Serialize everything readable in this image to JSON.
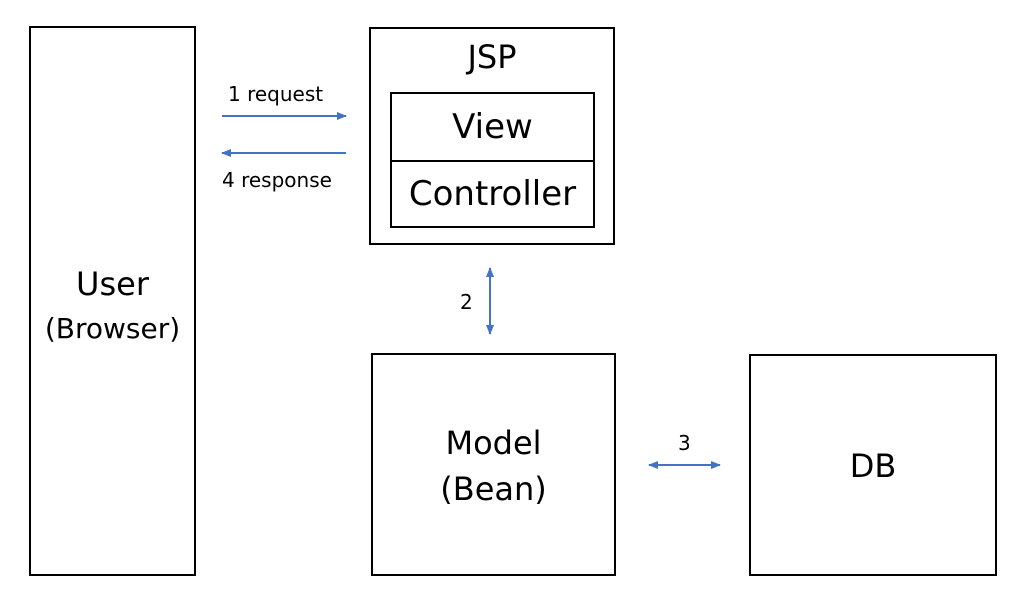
{
  "user": {
    "title": "User",
    "subtitle": "(Browser)"
  },
  "jsp": {
    "title": "JSP",
    "view": "View",
    "controller": "Controller"
  },
  "model": {
    "title": "Model",
    "subtitle": "(Bean)"
  },
  "db": {
    "title": "DB"
  },
  "arrows": {
    "request": "1 request",
    "response": "4 response",
    "step2": "2",
    "step3": "3",
    "color": "#4472C4"
  }
}
